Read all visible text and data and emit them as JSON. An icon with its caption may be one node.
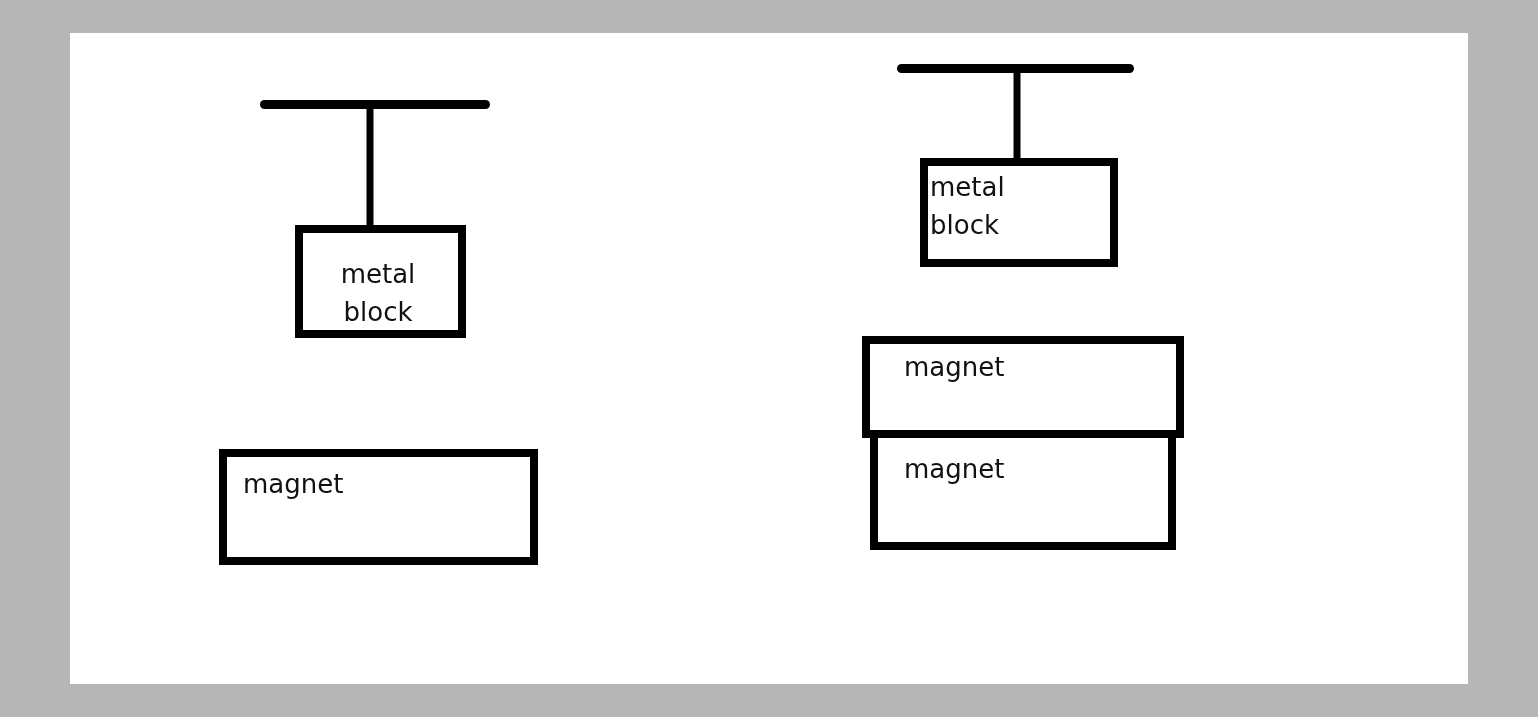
{
  "diagram": {
    "nodes": [
      {
        "text": [],
        "shape": "bar"
      },
      {
        "text": [
          "metal block"
        ]
      },
      {
        "text": [
          "magnet"
        ]
      },
      {
        "text": [],
        "shape": "bar"
      },
      {
        "text": [
          "metal block"
        ]
      },
      {
        "text": [
          "magnet"
        ]
      },
      {
        "text": [
          "magnet"
        ]
      }
    ],
    "edges": [
      {
        "from": 0,
        "to": 1,
        "arrow": "none"
      },
      {
        "from": 3,
        "to": 4,
        "arrow": "none"
      }
    ]
  }
}
